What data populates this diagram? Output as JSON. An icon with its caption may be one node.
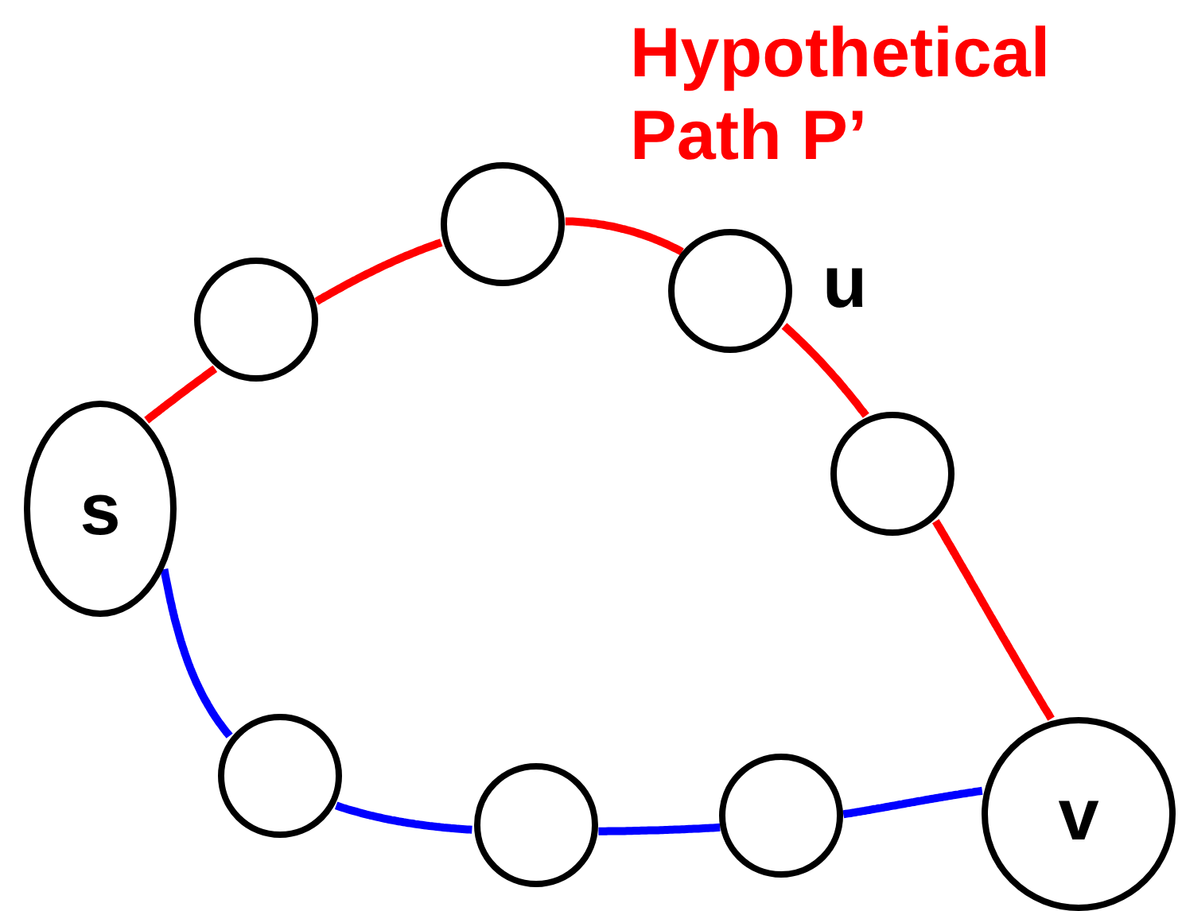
{
  "diagram": {
    "nodes": [
      {
        "text": [
          "s"
        ]
      },
      {
        "text": [],
        "shape": "circle"
      },
      {
        "text": [],
        "shape": "circle"
      },
      {
        "text": [],
        "shape": "circle",
        "beside": [
          "u"
        ]
      },
      {
        "text": [],
        "shape": "circle"
      },
      {
        "text": [],
        "shape": "circle"
      },
      {
        "text": [],
        "shape": "circle"
      },
      {
        "text": [],
        "shape": "circle"
      },
      {
        "text": [
          "v"
        ]
      }
    ],
    "edges": [
      {
        "from": 0,
        "to": 1,
        "arrow": "none",
        "color": "#ff0000"
      },
      {
        "from": 1,
        "to": 2,
        "arrow": "none",
        "color": "#ff0000"
      },
      {
        "from": 2,
        "to": 3,
        "arrow": "none",
        "color": "#ff0000"
      },
      {
        "from": 3,
        "to": 4,
        "arrow": "none",
        "color": "#ff0000"
      },
      {
        "from": 4,
        "to": 8,
        "arrow": "none",
        "color": "#ff0000"
      },
      {
        "from": 0,
        "to": 5,
        "arrow": "none",
        "color": "#0000ff"
      },
      {
        "from": 5,
        "to": 6,
        "arrow": "none",
        "color": "#0000ff"
      },
      {
        "from": 6,
        "to": 7,
        "arrow": "none",
        "color": "#0000ff"
      },
      {
        "from": 7,
        "to": 8,
        "arrow": "none",
        "color": "#0000ff"
      }
    ],
    "labels": [
      "Hypothetical Path P’"
    ]
  }
}
